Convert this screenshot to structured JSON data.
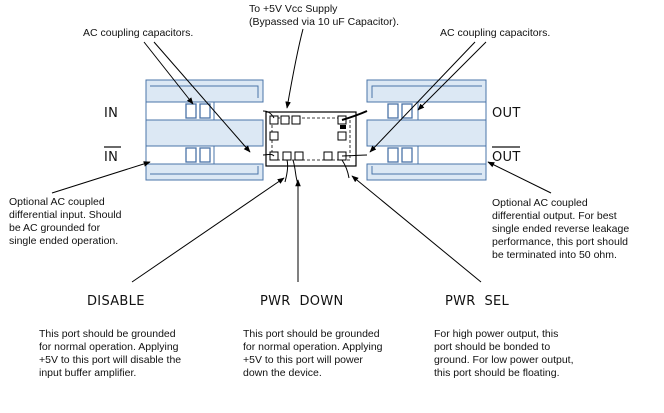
{
  "supply_note": [
    "To +5V Vcc Supply",
    "(Bypassed via 10 uF Capacitor)."
  ],
  "ac_caps_left": "AC coupling capacitors.",
  "ac_caps_right": "AC coupling capacitors.",
  "ports": {
    "in": "IN",
    "in_bar": "IN",
    "out": "OUT",
    "out_bar": "OUT"
  },
  "notes": {
    "diff_input": [
      "Optional AC coupled",
      "differential input. Should",
      "be AC grounded for",
      "single ended operation."
    ],
    "diff_output": [
      "Optional AC coupled",
      "differential output. For best",
      "single ended reverse leakage",
      "performance, this port should",
      "be terminated into 50 ohm."
    ]
  },
  "controls": [
    {
      "label": "DISABLE",
      "description": [
        "This port should be grounded",
        "for normal operation. Applying",
        "+5V to this port will disable the",
        "input buffer amplifier."
      ]
    },
    {
      "label": "PWR  DOWN",
      "description": [
        "This port should be grounded",
        "for normal operation. Applying",
        "+5V to this port will power",
        "down the device."
      ]
    },
    {
      "label": "PWR  SEL",
      "description": [
        "For high power output, this",
        "port should be bonded to",
        "ground. For low power output,",
        "this port should be floating."
      ]
    }
  ]
}
